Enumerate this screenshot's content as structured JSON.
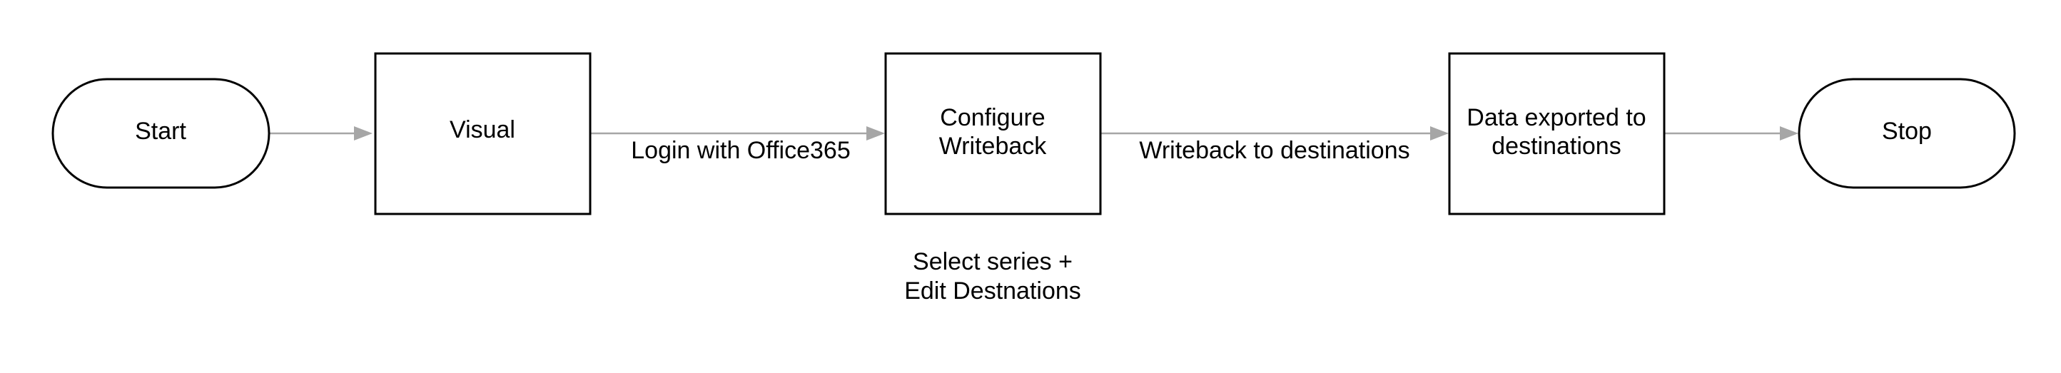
{
  "nodes": {
    "start": "Start",
    "visual": "Visual",
    "configure": [
      "Configure",
      "Writeback"
    ],
    "exported": [
      "Data exported to",
      "destinations"
    ],
    "stop": "Stop"
  },
  "edges": {
    "login": "Login with Office365",
    "writeback": "Writeback to destinations"
  },
  "note": [
    "Select series +",
    "Edit Destnations"
  ],
  "colors": {
    "stroke": "#000000",
    "connector": "#a6a6a6",
    "text": "#000000",
    "background": "#ffffff"
  }
}
